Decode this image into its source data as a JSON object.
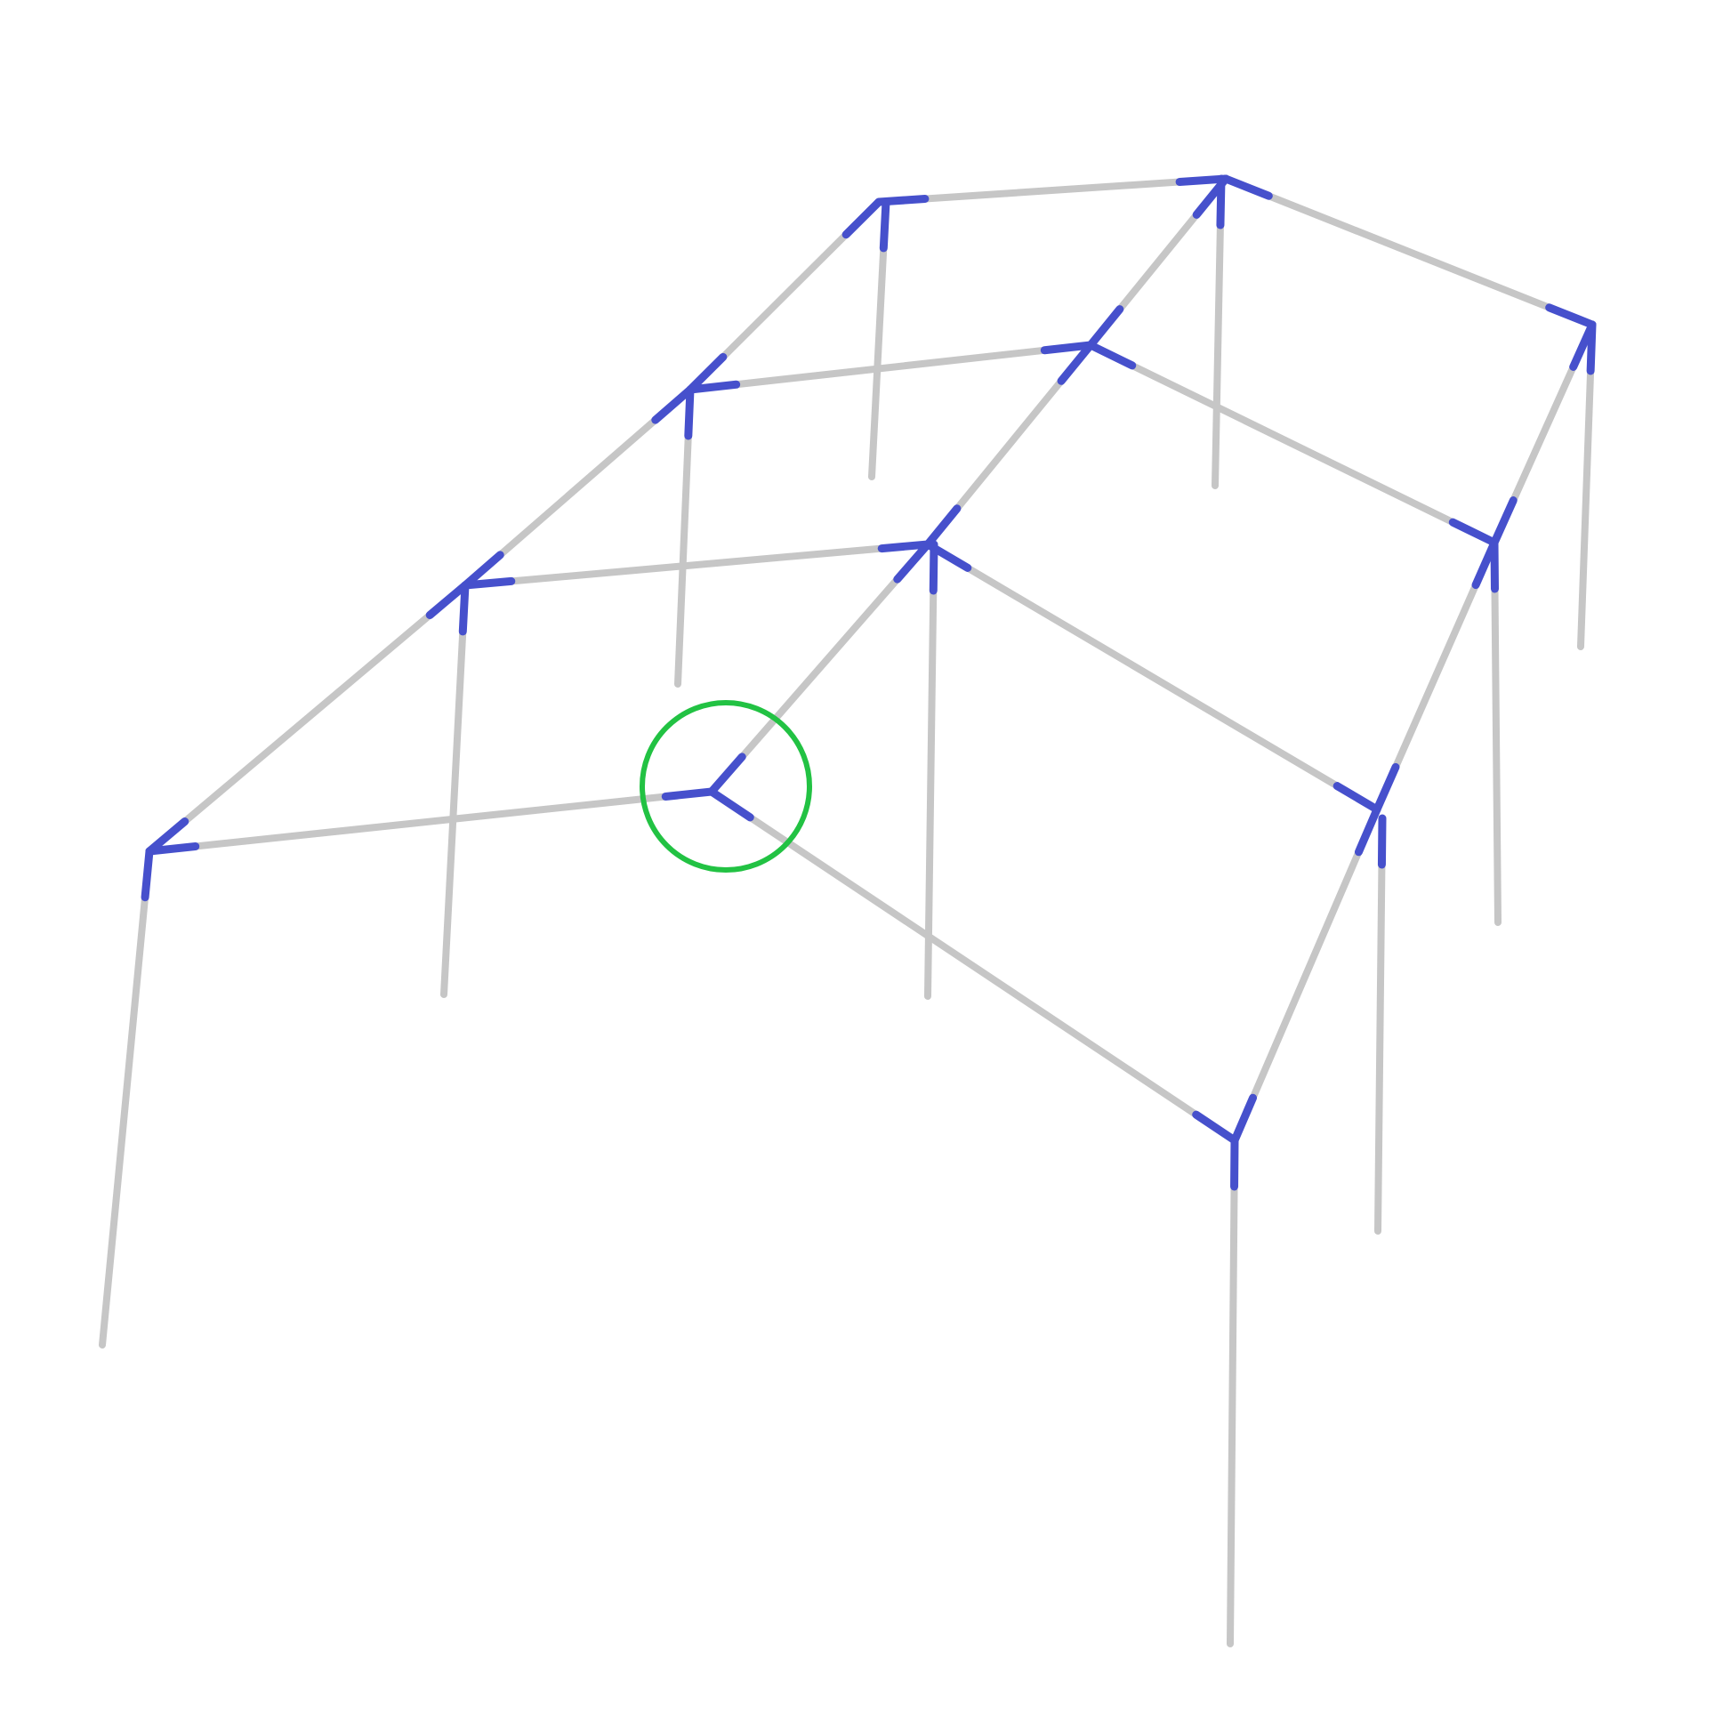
{
  "diagram": {
    "kind": "structural-frame-3d-wireframe",
    "colors": {
      "background": "#ffffff",
      "member": "#c6c6c6",
      "connector": "#4650cc",
      "selection_marker": "#22c243"
    },
    "node_count": 12,
    "member_count": 29,
    "selected_node": "N-mid-front",
    "selection_marker": "circle"
  }
}
